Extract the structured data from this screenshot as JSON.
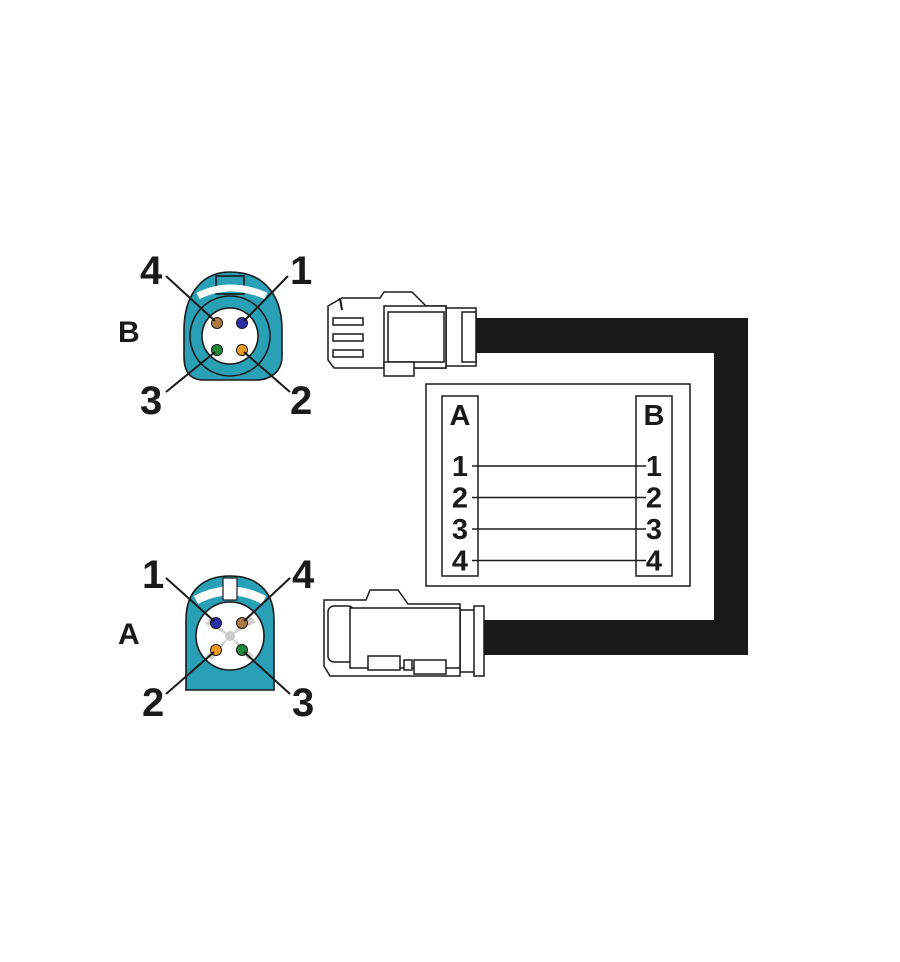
{
  "colors": {
    "connector_body": "#2aa0b6",
    "cable": "#1a1a1a",
    "pin_brown": "#b07a45",
    "pin_blue": "#2b2ea8",
    "pin_green": "#1d8a3c",
    "pin_orange": "#f29a1e"
  },
  "connector_b": {
    "name": "B",
    "pins": [
      {
        "number": "1",
        "color": "pin_blue"
      },
      {
        "number": "2",
        "color": "pin_orange"
      },
      {
        "number": "3",
        "color": "pin_green"
      },
      {
        "number": "4",
        "color": "pin_brown"
      }
    ]
  },
  "connector_a": {
    "name": "A",
    "pins": [
      {
        "number": "1",
        "color": "pin_blue"
      },
      {
        "number": "2",
        "color": "pin_orange"
      },
      {
        "number": "3",
        "color": "pin_green"
      },
      {
        "number": "4",
        "color": "pin_brown"
      }
    ]
  },
  "pinout_table": {
    "left_header": "A",
    "right_header": "B",
    "rows": [
      {
        "a": "1",
        "b": "1"
      },
      {
        "a": "2",
        "b": "2"
      },
      {
        "a": "3",
        "b": "3"
      },
      {
        "a": "4",
        "b": "4"
      }
    ]
  }
}
